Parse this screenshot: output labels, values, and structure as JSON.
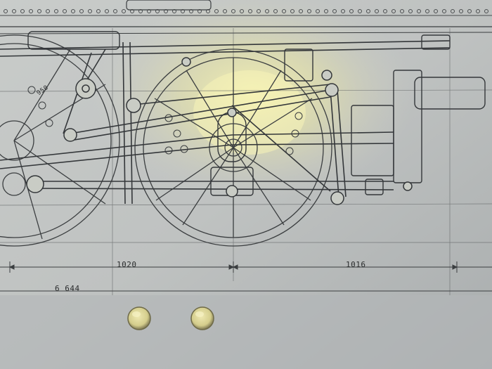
{
  "image": {
    "kind": "photo of a technical drawing",
    "subject": "steam locomotive running gear blueprint etched on metal plate",
    "colors": {
      "plate": "#b9bcbc",
      "plate_light": "#d8dcd6",
      "highlight": "#f3f0a8",
      "ink": "#3b3e40",
      "rivet_fill": "#ddd8a0",
      "rivet_rim": "#6e6a48"
    }
  },
  "dimensions": {
    "left_span": "1020",
    "right_span": "1016",
    "total": "6 644",
    "wheel_note": "950"
  }
}
